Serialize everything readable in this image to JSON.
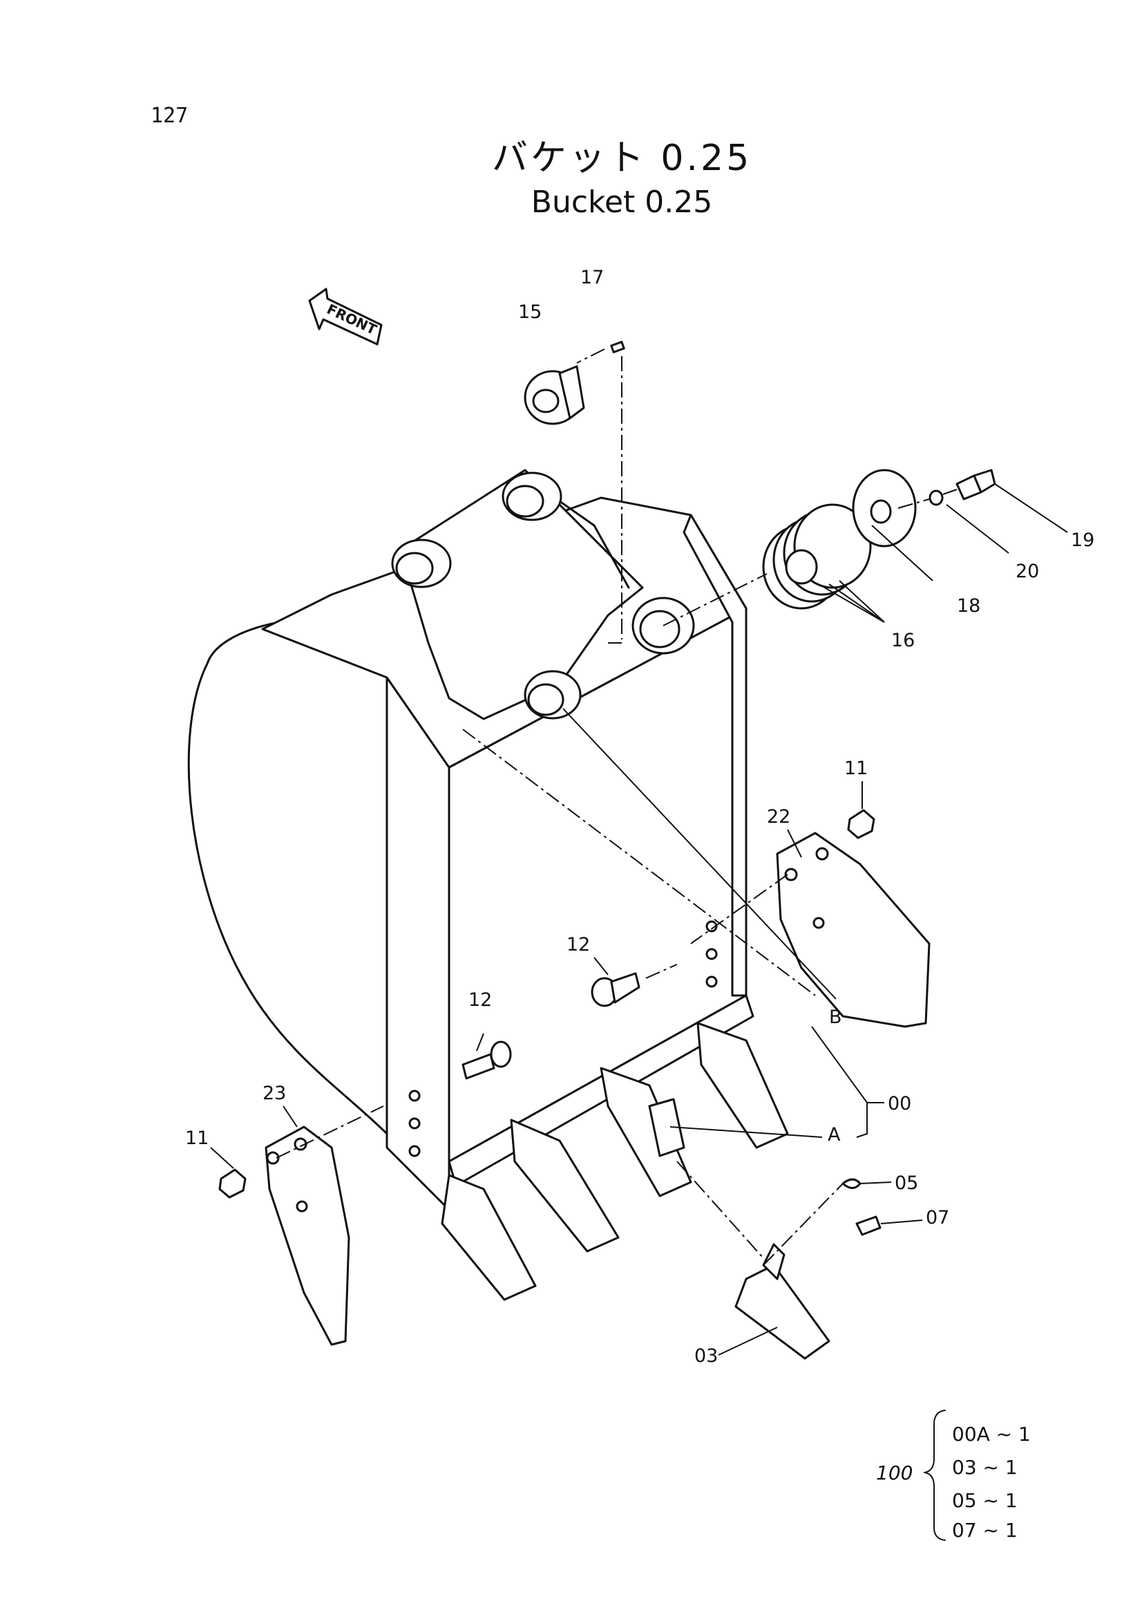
{
  "page_number": "127",
  "title": {
    "japanese": "バケット 0.25",
    "english": "Bucket 0.25"
  },
  "front_arrow": {
    "label": "FRONT",
    "icon": "front-direction-arrow-icon"
  },
  "callouts": {
    "c17": "17",
    "c15": "15",
    "c19": "19",
    "c20": "20",
    "c18": "18",
    "c16": "16",
    "c11_right": "11",
    "c22": "22",
    "c12_upper": "12",
    "c12_lower": "12",
    "cB": "B",
    "c00": "00",
    "cA": "A",
    "c23": "23",
    "c11_left": "11",
    "c05": "05",
    "c07": "07",
    "c03": "03"
  },
  "bom": {
    "assembly": "100",
    "items": [
      "00A ~ 1",
      "03 ~ 1",
      "05 ~ 1",
      "07 ~ 1"
    ]
  }
}
